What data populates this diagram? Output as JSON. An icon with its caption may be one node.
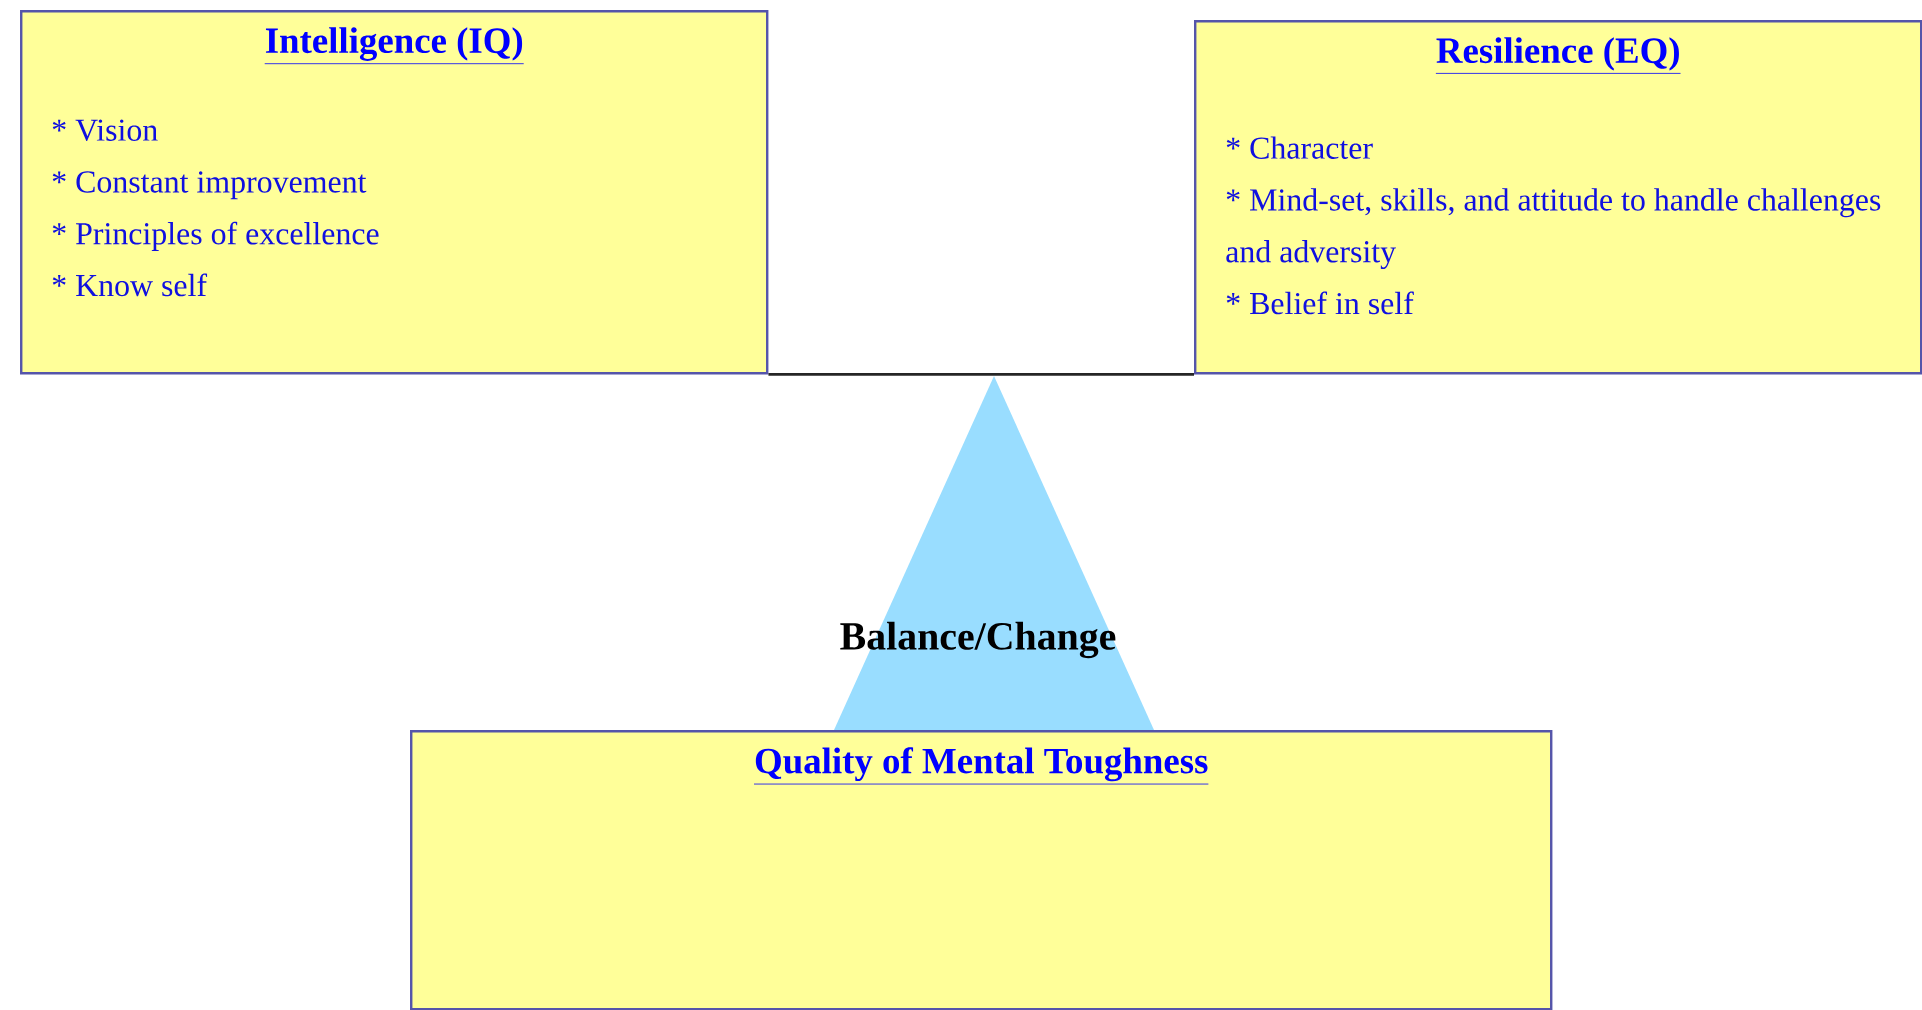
{
  "diagram": {
    "nodes": [
      {
        "text": [
          "Intelligence (IQ)",
          "* Vision",
          "* Constant improvement",
          "* Principles of excellence",
          "* Know self"
        ]
      },
      {
        "text": [
          "Resilience (EQ)",
          "* Character",
          "* Mind-set, skills, and attitude to handle challenges and adversity",
          "* Belief in self"
        ]
      },
      {
        "text": [],
        "shape": "triangle"
      },
      {
        "text": [
          "Quality of Mental Toughness"
        ]
      }
    ],
    "edges": [
      {
        "from": 0,
        "to": 1,
        "arrow": "none"
      }
    ],
    "labels": [
      "Balance/Change"
    ]
  }
}
